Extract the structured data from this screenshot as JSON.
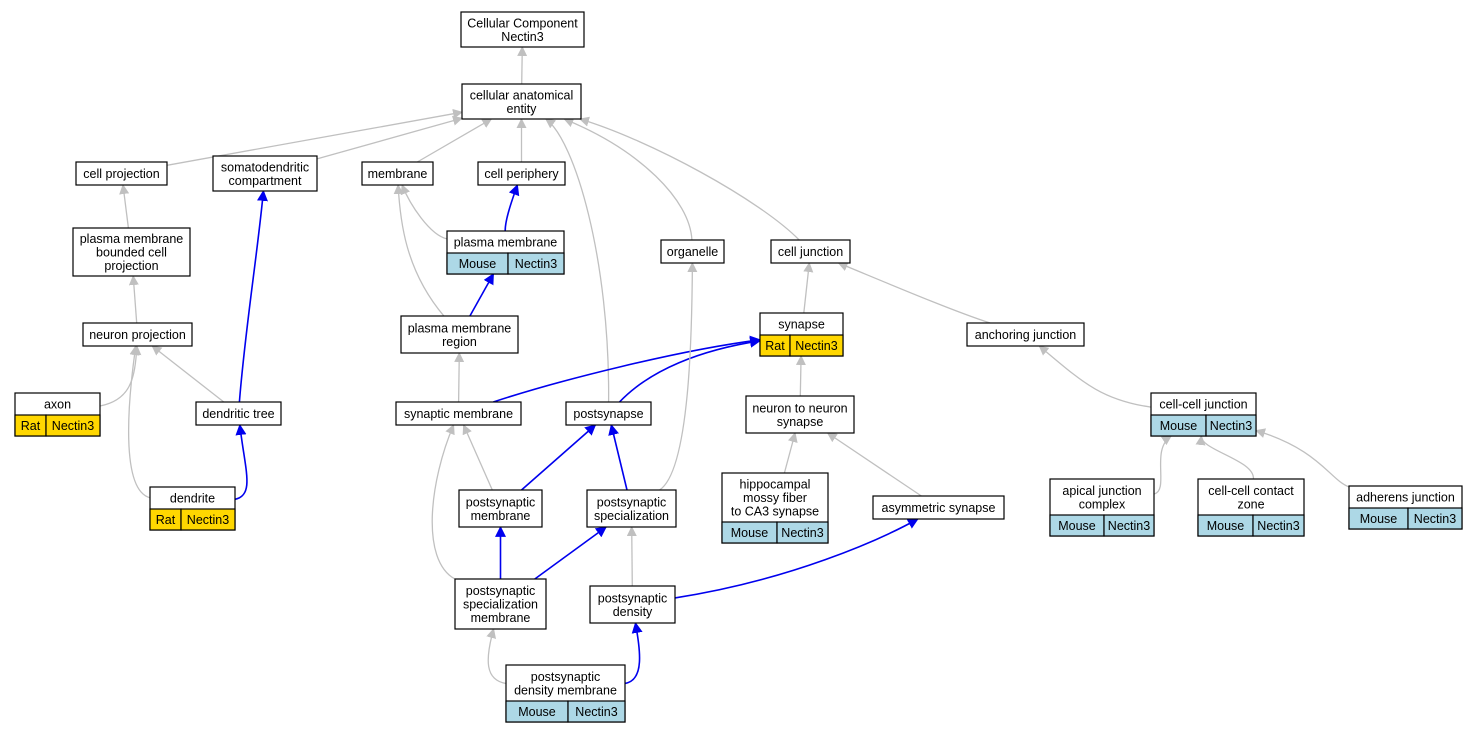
{
  "colors": {
    "rat": "#ffd700",
    "mouse": "#add8e6",
    "edge_plain": "#c0c0c0",
    "edge_highlight": "#0000ee"
  },
  "nodes": {
    "cc_nectin3": {
      "lines": [
        "Cellular Component",
        "Nectin3"
      ]
    },
    "cae": {
      "lines": [
        "cellular anatomical",
        "entity"
      ]
    },
    "cell_projection": {
      "lines": [
        "cell projection"
      ]
    },
    "somatodendritic": {
      "lines": [
        "somatodendritic",
        "compartment"
      ]
    },
    "membrane": {
      "lines": [
        "membrane"
      ]
    },
    "cell_periphery": {
      "lines": [
        "cell periphery"
      ]
    },
    "plasma_membrane": {
      "lines": [
        "plasma membrane"
      ],
      "tag": {
        "species": "Mouse",
        "gene": "Nectin3"
      }
    },
    "pmbcp": {
      "lines": [
        "plasma membrane",
        "bounded cell",
        "projection"
      ]
    },
    "organelle": {
      "lines": [
        "organelle"
      ]
    },
    "cell_junction": {
      "lines": [
        "cell junction"
      ]
    },
    "neuron_projection": {
      "lines": [
        "neuron projection"
      ]
    },
    "pm_region": {
      "lines": [
        "plasma membrane",
        "region"
      ]
    },
    "synapse": {
      "lines": [
        "synapse"
      ],
      "tag": {
        "species": "Rat",
        "gene": "Nectin3"
      }
    },
    "anchoring_junction": {
      "lines": [
        "anchoring junction"
      ]
    },
    "axon": {
      "lines": [
        "axon"
      ],
      "tag": {
        "species": "Rat",
        "gene": "Nectin3"
      }
    },
    "dendritic_tree": {
      "lines": [
        "dendritic tree"
      ]
    },
    "synaptic_membrane": {
      "lines": [
        "synaptic membrane"
      ]
    },
    "postsynapse": {
      "lines": [
        "postsynapse"
      ]
    },
    "n2n_synapse": {
      "lines": [
        "neuron to neuron",
        "synapse"
      ]
    },
    "cell_cell_junction": {
      "lines": [
        "cell-cell junction"
      ],
      "tag": {
        "species": "Mouse",
        "gene": "Nectin3"
      }
    },
    "dendrite": {
      "lines": [
        "dendrite"
      ],
      "tag": {
        "species": "Rat",
        "gene": "Nectin3"
      }
    },
    "hippocampal": {
      "lines": [
        "hippocampal",
        "mossy fiber",
        "to CA3 synapse"
      ],
      "tag": {
        "species": "Mouse",
        "gene": "Nectin3"
      }
    },
    "ps_membrane": {
      "lines": [
        "postsynaptic",
        "membrane"
      ]
    },
    "ps_specialization": {
      "lines": [
        "postsynaptic",
        "specialization"
      ]
    },
    "asym_synapse": {
      "lines": [
        "asymmetric synapse"
      ]
    },
    "apical_junction": {
      "lines": [
        "apical junction",
        "complex"
      ],
      "tag": {
        "species": "Mouse",
        "gene": "Nectin3"
      }
    },
    "cc_contact_zone": {
      "lines": [
        "cell-cell contact",
        "zone"
      ],
      "tag": {
        "species": "Mouse",
        "gene": "Nectin3"
      }
    },
    "adherens_junction": {
      "lines": [
        "adherens junction"
      ],
      "tag": {
        "species": "Mouse",
        "gene": "Nectin3"
      }
    },
    "ps_spec_membrane": {
      "lines": [
        "postsynaptic",
        "specialization",
        "membrane"
      ]
    },
    "ps_density": {
      "lines": [
        "postsynaptic",
        "density"
      ]
    },
    "psd_membrane": {
      "lines": [
        "postsynaptic",
        "density membrane"
      ],
      "tag": {
        "species": "Mouse",
        "gene": "Nectin3"
      }
    }
  },
  "edges": [
    {
      "from": "cae",
      "to": "cc_nectin3",
      "highlight": false
    },
    {
      "from": "cell_projection",
      "to": "cae",
      "highlight": false
    },
    {
      "from": "somatodendritic",
      "to": "cae",
      "highlight": false
    },
    {
      "from": "membrane",
      "to": "cae",
      "highlight": false
    },
    {
      "from": "cell_periphery",
      "to": "cae",
      "highlight": false
    },
    {
      "from": "postsynapse",
      "to": "cae",
      "highlight": false
    },
    {
      "from": "organelle",
      "to": "cae",
      "highlight": false
    },
    {
      "from": "cell_junction",
      "to": "cae",
      "highlight": false
    },
    {
      "from": "pmbcp",
      "to": "cell_projection",
      "highlight": false
    },
    {
      "from": "neuron_projection",
      "to": "pmbcp",
      "highlight": false
    },
    {
      "from": "axon",
      "to": "neuron_projection",
      "highlight": false
    },
    {
      "from": "dendritic_tree",
      "to": "neuron_projection",
      "highlight": false
    },
    {
      "from": "dendrite",
      "to": "neuron_projection",
      "highlight": false
    },
    {
      "from": "dendritic_tree",
      "to": "somatodendritic",
      "highlight": true
    },
    {
      "from": "dendrite",
      "to": "dendritic_tree",
      "highlight": true
    },
    {
      "from": "plasma_membrane",
      "to": "membrane",
      "highlight": false
    },
    {
      "from": "pm_region",
      "to": "membrane",
      "highlight": false
    },
    {
      "from": "plasma_membrane",
      "to": "cell_periphery",
      "highlight": true
    },
    {
      "from": "pm_region",
      "to": "plasma_membrane",
      "highlight": true
    },
    {
      "from": "synaptic_membrane",
      "to": "pm_region",
      "highlight": false
    },
    {
      "from": "synaptic_membrane",
      "to": "synapse",
      "highlight": true
    },
    {
      "from": "postsynapse",
      "to": "synapse",
      "highlight": true
    },
    {
      "from": "synapse",
      "to": "cell_junction",
      "highlight": false
    },
    {
      "from": "anchoring_junction",
      "to": "cell_junction",
      "highlight": false
    },
    {
      "from": "n2n_synapse",
      "to": "synapse",
      "highlight": false
    },
    {
      "from": "hippocampal",
      "to": "n2n_synapse",
      "highlight": false
    },
    {
      "from": "asym_synapse",
      "to": "n2n_synapse",
      "highlight": false
    },
    {
      "from": "cell_cell_junction",
      "to": "anchoring_junction",
      "highlight": false
    },
    {
      "from": "apical_junction",
      "to": "cell_cell_junction",
      "highlight": false
    },
    {
      "from": "cc_contact_zone",
      "to": "cell_cell_junction",
      "highlight": false
    },
    {
      "from": "adherens_junction",
      "to": "cell_cell_junction",
      "highlight": false
    },
    {
      "from": "ps_membrane",
      "to": "synaptic_membrane",
      "highlight": false
    },
    {
      "from": "ps_spec_membrane",
      "to": "synaptic_membrane",
      "highlight": false
    },
    {
      "from": "ps_membrane",
      "to": "postsynapse",
      "highlight": true
    },
    {
      "from": "ps_specialization",
      "to": "postsynapse",
      "highlight": true
    },
    {
      "from": "ps_specialization",
      "to": "organelle",
      "highlight": false
    },
    {
      "from": "ps_spec_membrane",
      "to": "ps_membrane",
      "highlight": true
    },
    {
      "from": "ps_spec_membrane",
      "to": "ps_specialization",
      "highlight": true
    },
    {
      "from": "ps_density",
      "to": "ps_specialization",
      "highlight": false
    },
    {
      "from": "ps_density",
      "to": "asym_synapse",
      "highlight": true
    },
    {
      "from": "psd_membrane",
      "to": "ps_spec_membrane",
      "highlight": false
    },
    {
      "from": "psd_membrane",
      "to": "ps_density",
      "highlight": true
    }
  ]
}
